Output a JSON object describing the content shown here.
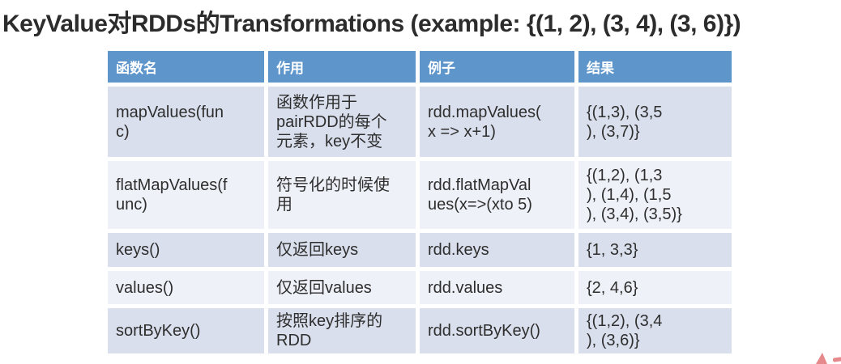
{
  "title": "KeyValue对RDDs的Transformations (example: {(1, 2), (3, 4), (3, 6)})",
  "colors": {
    "page_bg": "#ffffff",
    "title_text": "#2c2c2c",
    "header_bg": "#5e96cb",
    "header_text": "#ffffff",
    "row_dark": "#d9dfec",
    "row_light": "#eef1f8",
    "body_text": "#2e2e2e",
    "accent_red": "#e5898c"
  },
  "table": {
    "headers": [
      "函数名",
      "作用",
      "例子",
      "结果"
    ],
    "rows": [
      {
        "cells": [
          "mapValues(fun\nc)",
          "函数作用于\npairRDD的每个\n元素，key不变",
          "rdd.mapValues(\nx => x+1)",
          "{(1,3), (3,5\n), (3,7)}"
        ]
      },
      {
        "cells": [
          "flatMapValues(f\nunc)",
          "符号化的时候使\n用",
          "rdd.flatMapVal\nues(x=>(xto 5)",
          "{(1,2), (1,3\n), (1,4), (1,5\n), (3,4), (3,5)}"
        ]
      },
      {
        "cells": [
          "keys()",
          "仅返回keys",
          "rdd.keys",
          "{1, 3,3}"
        ]
      },
      {
        "cells": [
          "values()",
          "仅返回values",
          "rdd.values",
          "{2, 4,6}"
        ]
      },
      {
        "cells": [
          "sortByKey()",
          "按照key排序的\nRDD",
          "rdd.sortByKey()",
          "{(1,2), (3,4\n), (3,6)}"
        ]
      }
    ]
  }
}
